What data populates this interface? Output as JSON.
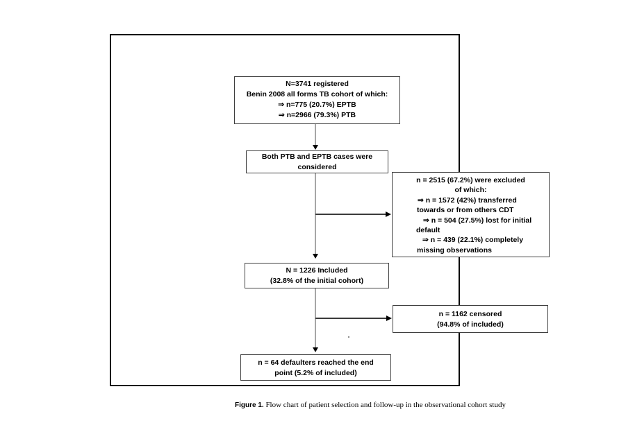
{
  "colors": {
    "background": "#ffffff",
    "frame_border": "#000000",
    "box_border": "#3f3f3f",
    "connector_line_gray": "#a6a6a6",
    "connector_line_dark": "#3a3a3a",
    "arrowhead": "#000000",
    "text": "#000000"
  },
  "boxes": {
    "registered": {
      "lines": [
        "N=3741 registered",
        "Benin 2008 all forms TB cohort of which:",
        "⇒ n=775 (20.7%) EPTB",
        "⇒ n=2966 (79.3%) PTB"
      ]
    },
    "considered": {
      "lines": [
        "Both PTB and EPTB cases were",
        "considered"
      ]
    },
    "excluded": {
      "lines": [
        "n = 2515 (67.2%) were excluded",
        "of which:",
        "⇒ n = 1572 (42%) transferred",
        "towards or from others CDT",
        "⇒ n = 504 (27.5%) lost for initial",
        "default",
        "⇒ n = 439 (22.1%) completely",
        "missing observations"
      ]
    },
    "included": {
      "lines": [
        "N = 1226 Included",
        "(32.8% of the initial cohort)"
      ]
    },
    "censored": {
      "lines": [
        "n = 1162 censored",
        "(94.8% of included)"
      ]
    },
    "defaulters": {
      "lines": [
        "n = 64 defaulters reached the end",
        "point (5.2% of included)"
      ]
    }
  },
  "caption": {
    "label": "Figure 1.",
    "text": " Flow chart of patient selection and follow-up in the observational cohort study"
  }
}
